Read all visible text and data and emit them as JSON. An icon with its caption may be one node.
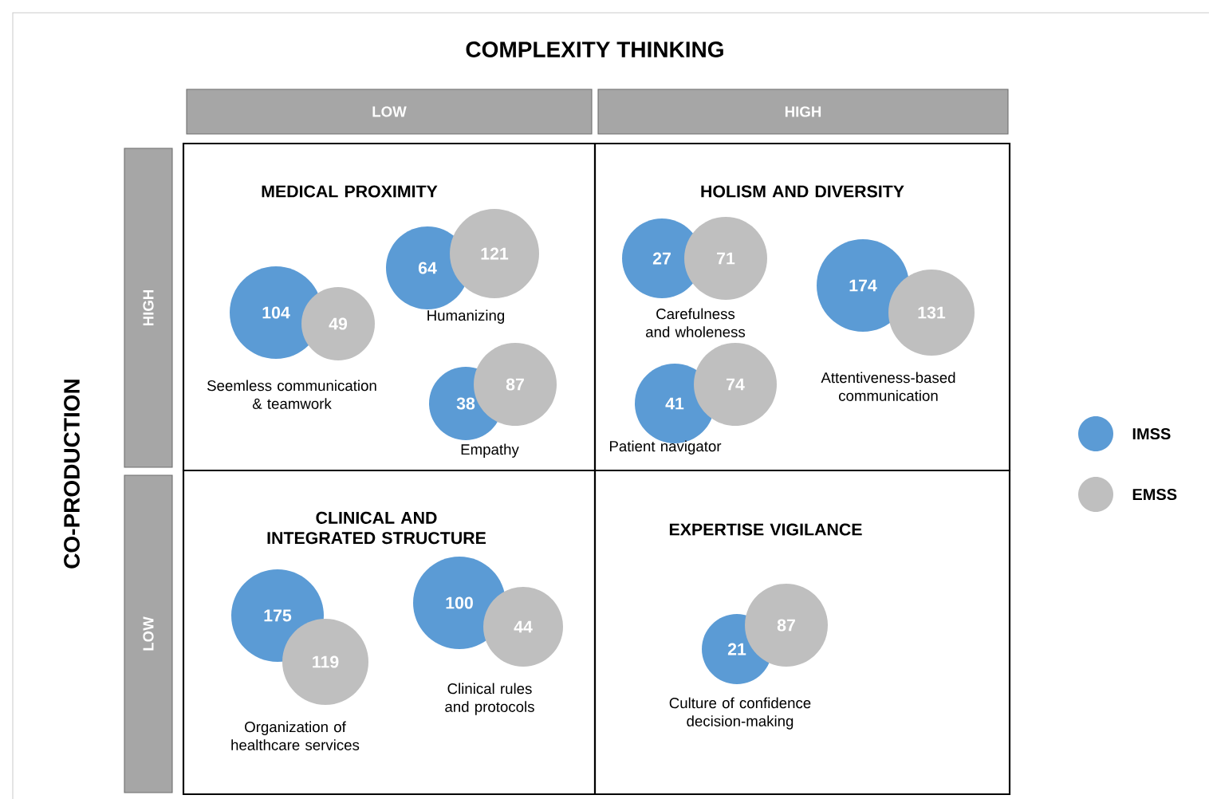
{
  "diagram": {
    "title": "COMPLEXITY THINKING",
    "nodes": [
      {
        "text": [
          "LOW"
        ]
      },
      {
        "text": [
          "HIGH"
        ]
      },
      {
        "text": [
          "HIGH"
        ]
      },
      {
        "text": [
          "LOW"
        ]
      },
      {
        "text": [
          "MEDICAL PROXIMITY"
        ]
      },
      {
        "text": [
          "HOLISM AND DIVERSITY"
        ]
      },
      {
        "text": [
          "CLINICAL AND INTEGRATED STRUCTURE"
        ]
      },
      {
        "text": [
          "EXPERTISE VIGILANCE"
        ]
      },
      {
        "text": [
          "104"
        ],
        "in": 4,
        "beside": [
          "Seemless communication & teamwork"
        ]
      },
      {
        "text": [
          "49"
        ],
        "in": 4
      },
      {
        "text": [
          "64"
        ],
        "in": 4,
        "beside": [
          "Humanizing"
        ]
      },
      {
        "text": [
          "121"
        ],
        "in": 4
      },
      {
        "text": [
          "38"
        ],
        "in": 4,
        "beside": [
          "Empathy"
        ]
      },
      {
        "text": [
          "87"
        ],
        "in": 4
      },
      {
        "text": [
          "27"
        ],
        "in": 5,
        "beside": [
          "Carefulness and wholeness"
        ]
      },
      {
        "text": [
          "71"
        ],
        "in": 5
      },
      {
        "text": [
          "174"
        ],
        "in": 5
      },
      {
        "text": [
          "131"
        ],
        "in": 5,
        "beside": [
          "Attentiveness-based communication"
        ]
      },
      {
        "text": [
          "41"
        ],
        "in": 5,
        "beside": [
          "Patient navigator"
        ]
      },
      {
        "text": [
          "74"
        ],
        "in": 5
      },
      {
        "text": [
          "175"
        ],
        "in": 6
      },
      {
        "text": [
          "119"
        ],
        "in": 6,
        "beside": [
          "Organization of healthcare services"
        ]
      },
      {
        "text": [
          "100"
        ],
        "in": 6
      },
      {
        "text": [
          "44"
        ],
        "in": 6,
        "beside": [
          "Clinical rules and protocols"
        ]
      },
      {
        "text": [
          "21"
        ],
        "in": 7,
        "beside": [
          "Culture of confidence decision-making"
        ]
      },
      {
        "text": [
          "87"
        ],
        "in": 7
      }
    ],
    "labels": [
      "CO-PRODUCTION"
    ],
    "legend": [
      {
        "text": "IMSS",
        "color": "#5b9bd5"
      },
      {
        "text": "EMSS",
        "color": "#bfbfbf"
      }
    ]
  }
}
